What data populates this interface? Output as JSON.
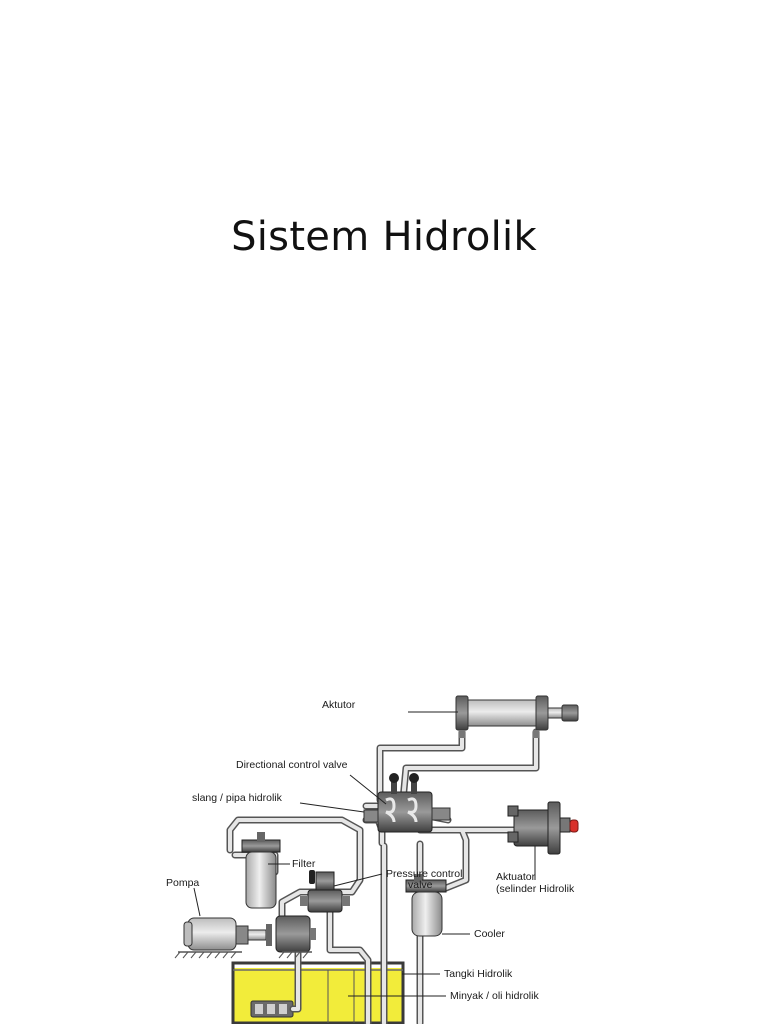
{
  "slide": {
    "title": "Sistem Hidrolik"
  },
  "diagram": {
    "labels": {
      "aktutor": "Aktutor",
      "directional_control_valve": "Directional control valve",
      "slang_pipa": "slang / pipa hidrolik",
      "filter": "Filter",
      "pompa": "Pompa",
      "pressure_control_1": "Pressure control",
      "pressure_control_2": "valve",
      "aktuator_1": "Aktuator",
      "aktuator_2": "(selinder Hidrolik",
      "cooler": "Cooler",
      "tangki": "Tangki Hidrolik",
      "minyak": "Minyak / oli hidrolik"
    },
    "colors": {
      "oil": "#f2ec3a",
      "component_light": "#d6d6d6",
      "component_dark": "#7a7a7a",
      "pipe_outline": "#555555",
      "actuator_tip": "#d9302a"
    }
  }
}
